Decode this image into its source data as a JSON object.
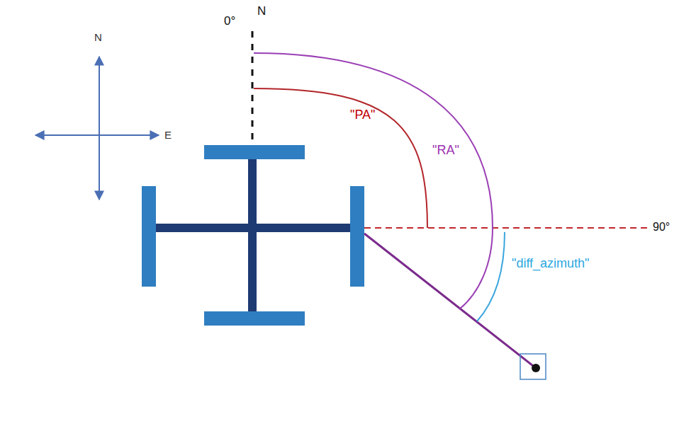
{
  "diagram": {
    "labels": [
      "0°",
      "N",
      "N",
      "E",
      "\"PA\"",
      "\"RA\"",
      "\"diff_azimuth\"",
      "90°"
    ]
  }
}
